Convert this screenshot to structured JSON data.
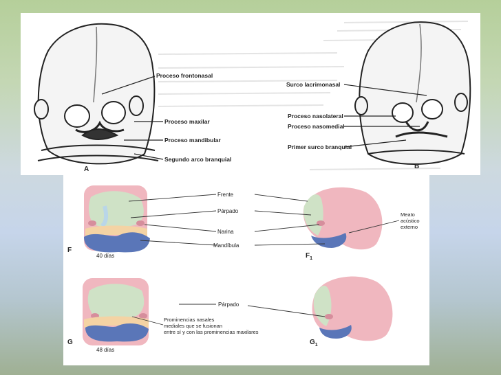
{
  "top_figure": {
    "labels": {
      "frontonasal": "Proceso frontonasal",
      "maxilar": "Proceso maxilar",
      "mandibular": "Proceso mandibular",
      "segundo_arco": "Segundo arco branquial",
      "surco_lacrimonasal": "Surco lacrimonasal",
      "nasolateral": "Proceso nasolateral",
      "nasomedial": "Proceso nasomedial",
      "primer_surco": "Primer surco branquial"
    },
    "panel_a": "A",
    "panel_b": "B"
  },
  "bottom_figure": {
    "labels": {
      "frente": "Frente",
      "parpado": "Párpado",
      "narina": "Narina",
      "mandibula": "Mandíbula",
      "meato_1": "Meato",
      "meato_2": "acústico",
      "meato_3": "externo",
      "parpado_g": "Párpado",
      "prominencias_1": "Prominencias nasales",
      "prominencias_2": "mediales que se fusionan",
      "prominencias_3": "entre sí y con las prominencias maxilares"
    },
    "panel_f": "F",
    "panel_f1": "F",
    "panel_f1_sub": "1",
    "panel_g": "G",
    "panel_g1": "G",
    "panel_g1_sub": "1",
    "age_f": "40 días",
    "age_g": "48 días"
  },
  "colors": {
    "pink": "#f0b7bf",
    "green": "#cfe2c6",
    "blue": "#5a76b8",
    "light_blue": "#b9d6e8",
    "orange": "#f4d3a4",
    "line": "#333333"
  }
}
